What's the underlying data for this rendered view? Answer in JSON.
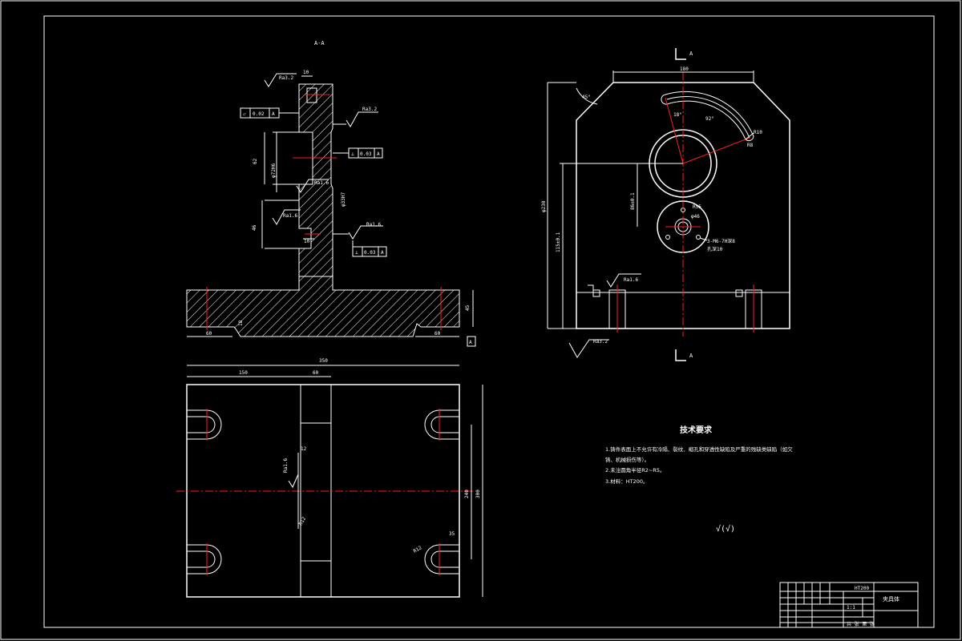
{
  "section_labels": {
    "section_aa_title": "A-A",
    "cut_a_top": "A",
    "cut_a_bottom": "A"
  },
  "section_view": {
    "dim_top_width": "10",
    "roughness_top_left": "Ra3.2",
    "roughness_face": "Ra3.2",
    "flatness_frame": "0.02",
    "flatness_datum": "A",
    "bore_dim": "φ72H6",
    "perp_frame_1": "0.03",
    "perp_datum_1": "A",
    "height_dim_1": "62",
    "roughness_bore": "Ra1.6",
    "mid_dim": "φ33H7",
    "roughness_inner": "Ra1.6",
    "roughness_lower": "Ra1.6",
    "height_dim_2": "46",
    "dim_lower_width": "10",
    "perp_frame_2": "0.03",
    "perp_datum_2": "A",
    "base_left": "60",
    "base_step": "18",
    "base_right": "60",
    "base_height": "45",
    "datum_a": "A"
  },
  "side_view": {
    "top_width": "180",
    "angle": "45°",
    "arc_angle_1": "18°",
    "arc_angle_2": "92°",
    "r_outer": "R10",
    "r_inner": "R8",
    "hole_dim": "R55",
    "center_dist": "86±0.1",
    "hole_small": "φ46",
    "thread": "3-M6-7H深8",
    "thread_depth": "孔深10",
    "total_height": "φ230",
    "base_dist": "115±0.1",
    "roughness_base": "Ra1.6",
    "roughness_bottom": "Ra3.2"
  },
  "plan_view": {
    "total_width": "350",
    "width_left": "150",
    "width_mid": "60",
    "height_right": "300",
    "height_inner": "240",
    "roughness_slot": "Ra1.6",
    "slot_dim": "12",
    "slot_r": "R12",
    "slot_r2": "R12",
    "slot_depth": "35"
  },
  "notes": {
    "heading": "技术要求",
    "line1": "1.铸件表面上不允许有冷隔、裂纹、缩孔和穿透性缺陷及严重的残缺类缺陷（如欠",
    "line2": "铸、机械损伤等）。",
    "line3": "2.未注圆角半径R2~R5。",
    "line4": "3.材料：HT200。",
    "general_roughness": "√(√)"
  },
  "title_block": {
    "drawing_name": "夹具体",
    "material": "HT200",
    "scale": "1:1",
    "sheet": "共 张 第 张"
  }
}
